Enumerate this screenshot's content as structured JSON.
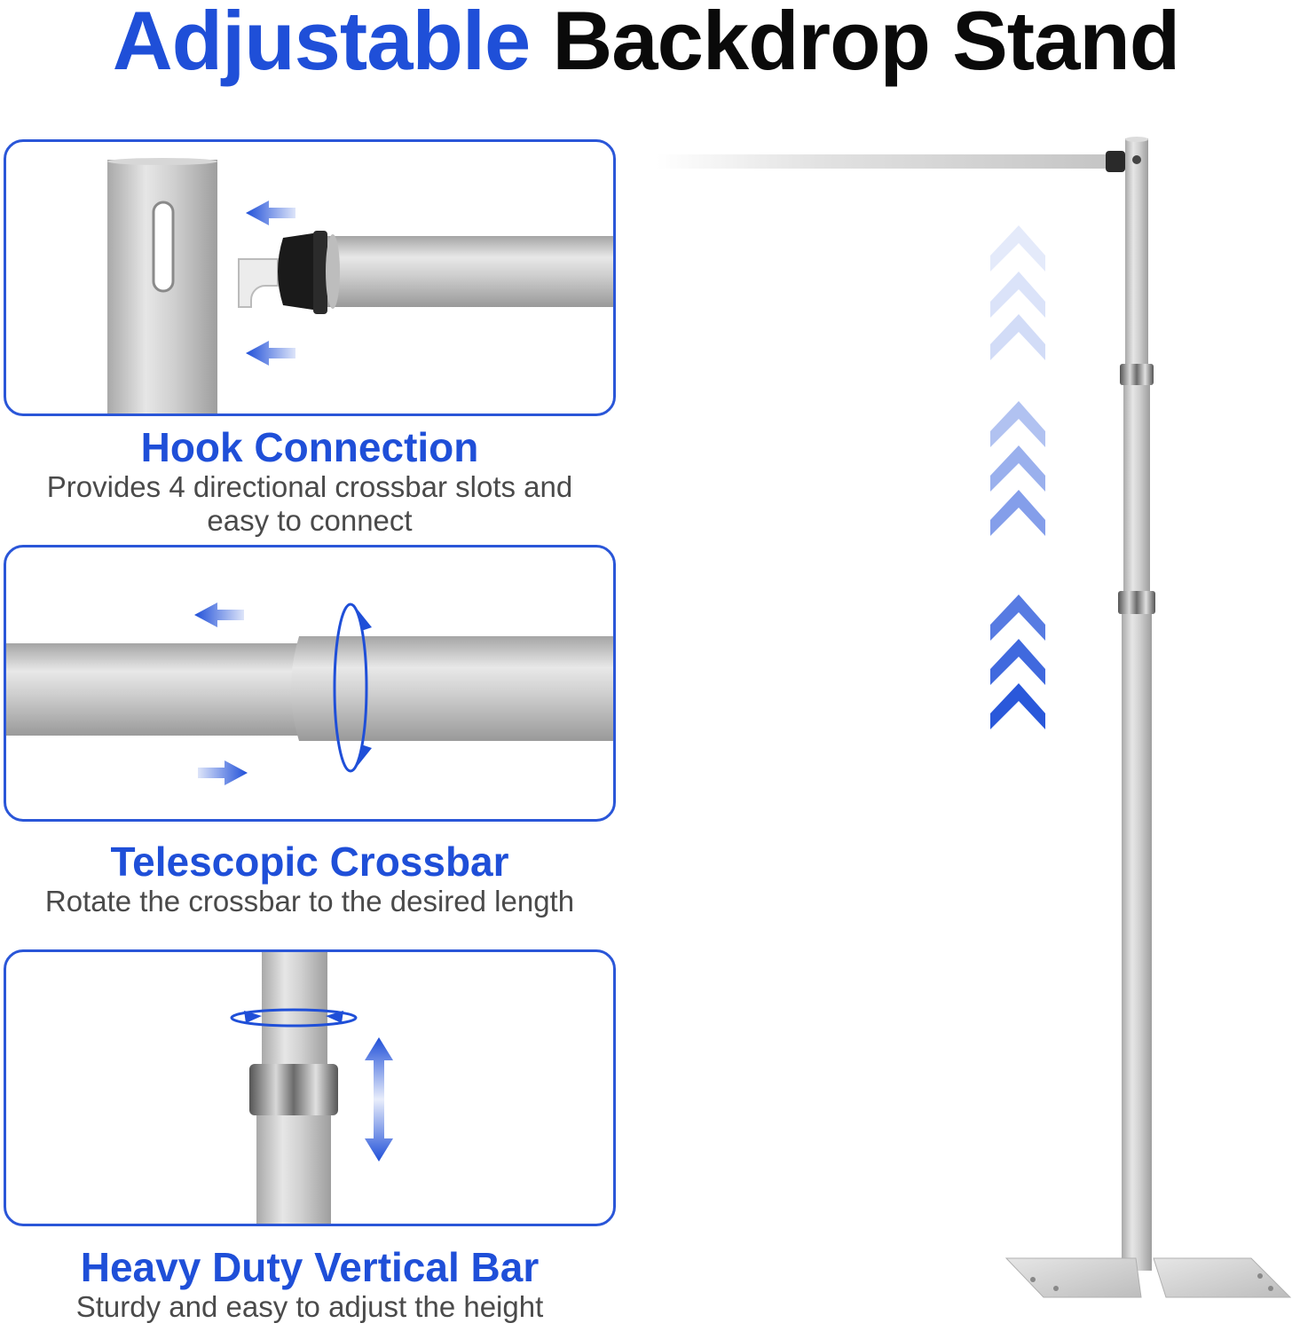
{
  "title": {
    "highlight": "Adjustable",
    "rest": "Backdrop Stand"
  },
  "features": [
    {
      "heading": "Hook Connection",
      "description": "Provides 4 directional crossbar slots and easy to connect"
    },
    {
      "heading": "Telescopic Crossbar",
      "description": "Rotate the crossbar to the desired length"
    },
    {
      "heading": "Heavy Duty Vertical Bar",
      "description": "Sturdy and easy to adjust the height"
    }
  ],
  "colors": {
    "accent_blue": "#1f4fd8",
    "text_gray": "#4a4a4a",
    "metal_silver": "#c9c9c9"
  },
  "icons": [
    "left-arrow-icon",
    "right-arrow-icon",
    "rotate-arrow-icon",
    "up-down-arrow-icon",
    "up-chevron-icon"
  ]
}
